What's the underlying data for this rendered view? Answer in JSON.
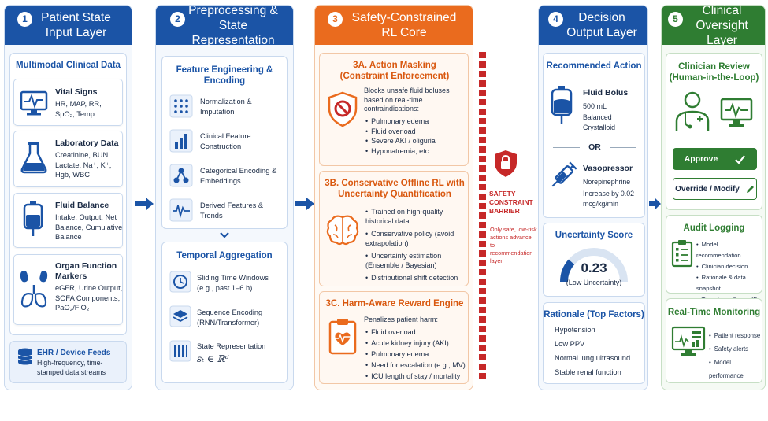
{
  "col1": {
    "num": "1",
    "title": "Patient State Input Layer",
    "subtitle": "Multimodal Clinical Data",
    "vitals": {
      "title": "Vital Signs",
      "desc": "HR, MAP, RR, SpO₂, Temp"
    },
    "labs": {
      "title": "Laboratory Data",
      "desc": "Creatinine, BUN, Lactate, Na⁺, K⁺, Hgb, WBC"
    },
    "fluid": {
      "title": "Fluid Balance",
      "desc": "Intake, Output, Net Balance, Cumulative Balance"
    },
    "organ": {
      "title": "Organ Function Markers",
      "desc": "eGFR, Urine Output, SOFA Components, PaO₂/FiO₂"
    },
    "ehr": {
      "title": "EHR / Device Feeds",
      "desc": "High-frequency, time-stamped data streams"
    }
  },
  "col2": {
    "num": "2",
    "title": "Preprocessing & State Representation",
    "fe_title": "Feature Engineering & Encoding",
    "fe_items": [
      "Normalization & Imputation",
      "Clinical Feature Construction",
      "Categorical Encoding & Embeddings",
      "Derived Features & Trends"
    ],
    "ta_title": "Temporal Aggregation",
    "ta_items": [
      "Sliding Time Windows (e.g., past 1–6 h)",
      "Sequence Encoding (RNN/Transformer)",
      "State Representation"
    ],
    "state_formula": "sₜ ∈ ℝᵈ"
  },
  "col3": {
    "num": "3",
    "title": "Safety-Constrained RL Core",
    "a_title": "3A. Action Masking (Constraint Enforcement)",
    "a_intro": "Blocks unsafe fluid boluses based on real-time contraindications:",
    "a_items": [
      "Pulmonary edema",
      "Fluid overload",
      "Severe AKI / oliguria",
      "Hyponatremia, etc."
    ],
    "b_title": "3B. Conservative Offline RL with Uncertainty Quantification",
    "b_items": [
      "Trained on high-quality historical data",
      "Conservative policy (avoid extrapolation)",
      "Uncertainty estimation (Ensemble / Bayesian)",
      "Distributional shift detection"
    ],
    "c_title": "3C. Harm-Aware Reward Engine",
    "c_intro": "Penalizes patient harm:",
    "c_items": [
      "Fluid overload",
      "Acute kidney injury (AKI)",
      "Pulmonary edema",
      "Need for escalation (e.g., MV)",
      "ICU length of stay / mortality"
    ]
  },
  "barrier": {
    "title": "SAFETY CONSTRAINT BARRIER",
    "desc": "Only safe, low-risk actions advance to recommendation layer"
  },
  "col4": {
    "num": "4",
    "title": "Decision Output Layer",
    "rec_title": "Recommended Action",
    "bolus": {
      "title": "Fluid Bolus",
      "l1": "500 mL",
      "l2": "Balanced Crystalloid"
    },
    "or": "OR",
    "vaso": {
      "title": "Vasopressor",
      "l1": "Norepinephrine",
      "l2": "Increase by 0.02 mcg/kg/min"
    },
    "unc_title": "Uncertainty Score",
    "unc_value": "0.23",
    "unc_fraction": 0.23,
    "unc_label": "(Low Uncertainty)",
    "rat_title": "Rationale (Top Factors)",
    "rat_items": [
      "Hypotension",
      "Low PPV",
      "Normal lung ultrasound",
      "Stable renal function"
    ]
  },
  "col5": {
    "num": "5",
    "title": "Clinical Oversight Layer",
    "rev_title": "Clinician Review (Human-in-the-Loop)",
    "approve": "Approve",
    "override": "Override / Modify",
    "audit_title": "Audit Logging",
    "audit_items": [
      "Model recommendation",
      "Clinician decision",
      "Rationale & data snapshot",
      "Timestamp & user ID"
    ],
    "mon_title": "Real-Time Monitoring",
    "mon_items": [
      "Patient response",
      "Safety alerts",
      "Model performance"
    ]
  },
  "colors": {
    "blue": "#1b54a6",
    "orange": "#ea6b1e",
    "green": "#2f7d32",
    "red": "#c62828"
  }
}
